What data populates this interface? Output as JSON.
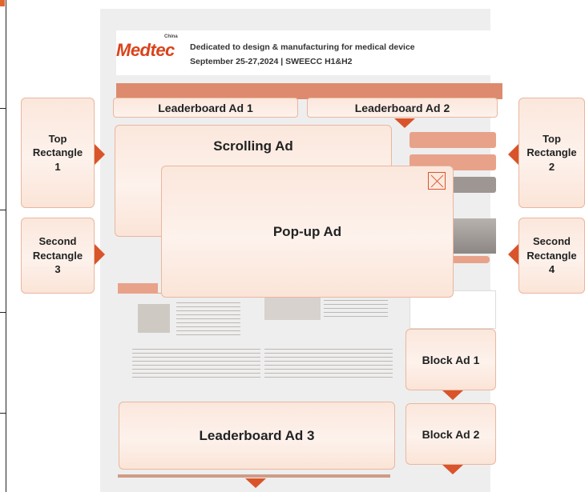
{
  "header": {
    "logo": "Medtec",
    "logo_tag": "China",
    "tagline": "Dedicated to design & manufacturing for medical device",
    "dates": "September 25-27,2024 | SWEECC H1&H2"
  },
  "ads": {
    "leaderboard_1": "Leaderboard Ad 1",
    "leaderboard_2": "Leaderboard Ad 2",
    "leaderboard_3": "Leaderboard Ad 3",
    "scrolling": "Scrolling Ad",
    "popup": "Pop-up Ad",
    "top_rect_1": [
      "Top",
      "Rectangle",
      "1"
    ],
    "top_rect_2": [
      "Top",
      "Rectangle",
      "2"
    ],
    "second_rect_3": [
      "Second",
      "Rectangle",
      "3"
    ],
    "second_rect_4": [
      "Second",
      "Rectangle",
      "4"
    ],
    "block_1": "Block Ad 1",
    "block_2": "Block Ad 2"
  },
  "colors": {
    "accent": "#d9542a",
    "ad_fill": "#fbe7dc",
    "ad_border": "#e9b7a0"
  },
  "icons": {
    "close": "close-x-icon",
    "pointer": "triangle-pointer-icon"
  }
}
